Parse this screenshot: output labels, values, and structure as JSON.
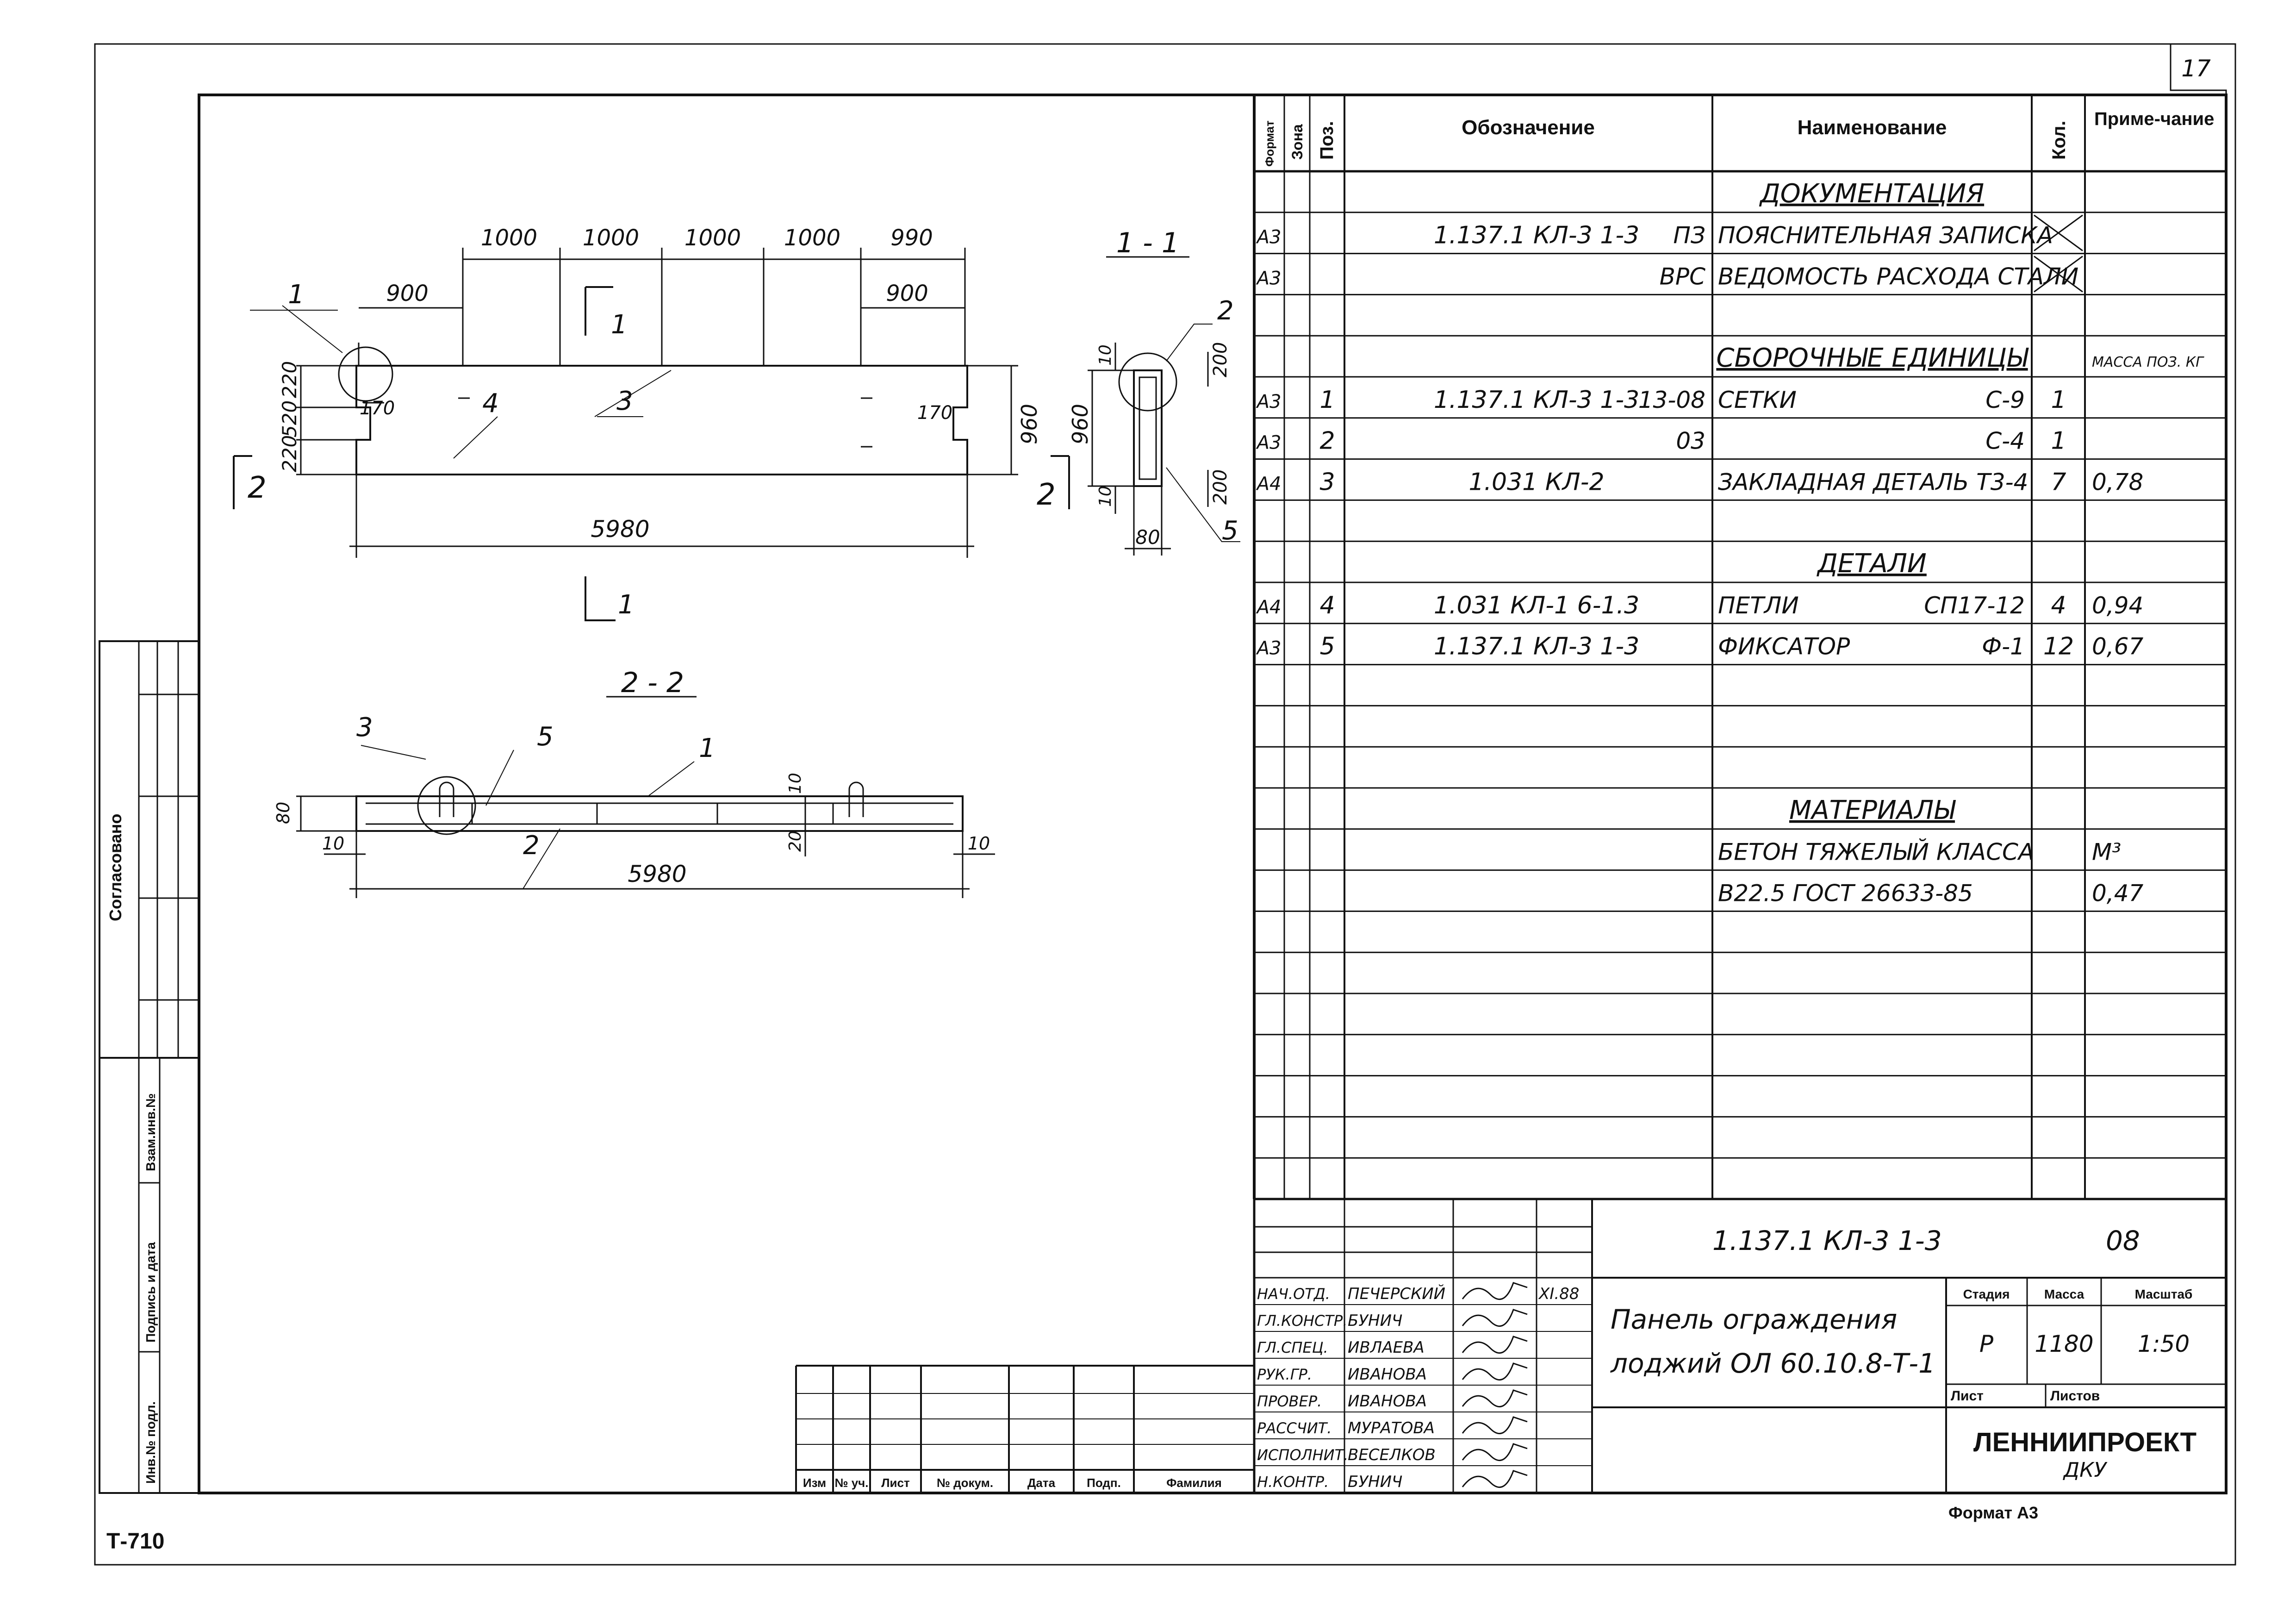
{
  "sheet": {
    "number": "17",
    "archive_code": "Т-710",
    "format_label": "Формат А3"
  },
  "spec_table": {
    "headers": {
      "format": "Формат",
      "zone": "Зона",
      "pos": "Поз.",
      "designation": "Обозначение",
      "name": "Наименование",
      "qty": "Кол.",
      "note": "Приме-чание"
    },
    "rows": [
      {
        "format": "",
        "pos": "",
        "designation": "",
        "name": "Документация",
        "qty": "",
        "note": "",
        "kind": "section"
      },
      {
        "format": "А3",
        "pos": "",
        "designation": "1.137.1 КЛ-3 1-3",
        "designation_suffix": "ПЗ",
        "name": "Пояснительная записка",
        "qty": "",
        "note": "",
        "crossed": true
      },
      {
        "format": "А3",
        "pos": "",
        "designation": "",
        "designation_suffix": "ВРС",
        "name": "Ведомость расхода стали",
        "qty": "",
        "note": "",
        "crossed": true
      },
      {
        "format": "",
        "pos": "",
        "designation": "",
        "name": "",
        "qty": "",
        "note": ""
      },
      {
        "format": "",
        "pos": "",
        "designation": "",
        "name": "Сборочные единицы",
        "qty": "",
        "note": "масса поз. кг",
        "kind": "section"
      },
      {
        "format": "А3",
        "pos": "1",
        "designation": "1.137.1 КЛ-3 1-3",
        "designation_suffix": "13-08",
        "name": "Сетки",
        "name_suffix": "С-9",
        "qty": "1",
        "note": ""
      },
      {
        "format": "А3",
        "pos": "2",
        "designation": "",
        "designation_suffix": "03",
        "name": "",
        "name_suffix": "С-4",
        "qty": "1",
        "note": ""
      },
      {
        "format": "А4",
        "pos": "3",
        "designation": "1.031 КЛ-2",
        "name": "Закладная деталь Т3-4",
        "qty": "7",
        "note": "0,78"
      },
      {
        "format": "",
        "pos": "",
        "designation": "",
        "name": "",
        "qty": "",
        "note": ""
      },
      {
        "format": "",
        "pos": "",
        "designation": "",
        "name": "Детали",
        "qty": "",
        "note": "",
        "kind": "section"
      },
      {
        "format": "А4",
        "pos": "4",
        "designation": "1.031 КЛ-1 6-1.3",
        "name": "Петли",
        "name_suffix": "СП17-12",
        "qty": "4",
        "note": "0,94"
      },
      {
        "format": "А3",
        "pos": "5",
        "designation": "1.137.1 КЛ-3 1-3",
        "name": "Фиксатор",
        "name_suffix": "Ф-1",
        "qty": "12",
        "note": "0,67"
      },
      {
        "format": "",
        "pos": "",
        "designation": "",
        "name": "",
        "qty": "",
        "note": ""
      },
      {
        "format": "",
        "pos": "",
        "designation": "",
        "name": "",
        "qty": "",
        "note": ""
      },
      {
        "format": "",
        "pos": "",
        "designation": "",
        "name": "",
        "qty": "",
        "note": ""
      },
      {
        "format": "",
        "pos": "",
        "designation": "",
        "name": "Материалы",
        "qty": "",
        "note": "",
        "kind": "section"
      },
      {
        "format": "",
        "pos": "",
        "designation": "",
        "name": "Бетон тяжелый класса",
        "qty": "",
        "note": "м³"
      },
      {
        "format": "",
        "pos": "",
        "designation": "",
        "name": "В22.5 ГОСТ 26633-85",
        "qty": "",
        "note": "0,47"
      },
      {
        "format": "",
        "pos": "",
        "designation": "",
        "name": "",
        "qty": "",
        "note": ""
      },
      {
        "format": "",
        "pos": "",
        "designation": "",
        "name": "",
        "qty": "",
        "note": ""
      },
      {
        "format": "",
        "pos": "",
        "designation": "",
        "name": "",
        "qty": "",
        "note": ""
      },
      {
        "format": "",
        "pos": "",
        "designation": "",
        "name": "",
        "qty": "",
        "note": ""
      },
      {
        "format": "",
        "pos": "",
        "designation": "",
        "name": "",
        "qty": "",
        "note": ""
      },
      {
        "format": "",
        "pos": "",
        "designation": "",
        "name": "",
        "qty": "",
        "note": ""
      },
      {
        "format": "",
        "pos": "",
        "designation": "",
        "name": "",
        "qty": "",
        "note": ""
      }
    ]
  },
  "title_block": {
    "doc_code": "1.137.1 КЛ-3 1-3",
    "doc_sheet": "08",
    "title_line1": "Панель ограждения",
    "title_line2": "лоджий ОЛ 60.10.8-Т-1",
    "stage_label": "Стадия",
    "mass_label": "Масса",
    "scale_label": "Масштаб",
    "stage": "Р",
    "mass": "1180",
    "scale": "1:50",
    "sheet_label": "Лист",
    "sheets_label": "Листов",
    "org": "ЛЕННИИПРОЕКТ",
    "dept": "ДКУ",
    "signatures": [
      {
        "role": "Нач.отд.",
        "name": "Печерский",
        "date": "XI.88"
      },
      {
        "role": "Гл.констр.",
        "name": "Бунич",
        "date": ""
      },
      {
        "role": "Гл.спец.",
        "name": "Ивлаева",
        "date": ""
      },
      {
        "role": "Рук.гр.",
        "name": "Иванова",
        "date": ""
      },
      {
        "role": "Провер.",
        "name": "Иванова",
        "date": ""
      },
      {
        "role": "Рассчит.",
        "name": "Муратова",
        "date": ""
      },
      {
        "role": "Исполнит.",
        "name": "Веселков",
        "date": ""
      },
      {
        "role": "Н.контр.",
        "name": "Бунич",
        "date": ""
      }
    ],
    "change_headers": [
      "Изм",
      "№ уч.",
      "Лист",
      "№ докум.",
      "Дата",
      "Подп.",
      "Фамилия"
    ]
  },
  "side_stamp": {
    "agreed": "Согласовано",
    "inv_no": "Инв.№ подл.",
    "sign_date": "Подпись и дата",
    "swap_inv": "Взам.инв.№"
  },
  "drawing": {
    "elevation": {
      "top_dims": [
        "1000",
        "1000",
        "1000",
        "1000",
        "990"
      ],
      "dim_900_left": "900",
      "dim_900_right": "900",
      "left_dims": [
        "220",
        "520",
        "220"
      ],
      "dim_170_left": "170",
      "dim_170_right": "170",
      "height_right": "960",
      "length": "5980",
      "callouts": [
        "1",
        "4",
        "3"
      ],
      "section_marks": [
        "1",
        "2",
        "2",
        "1"
      ]
    },
    "section_1_1": {
      "title": "1 - 1",
      "dims": [
        "200",
        "10",
        "960",
        "10",
        "200",
        "80"
      ],
      "callouts": [
        "2",
        "5"
      ]
    },
    "section_2_2": {
      "title": "2 - 2",
      "dims": [
        "80",
        "10",
        "10",
        "20",
        "10",
        "5980"
      ],
      "callouts": [
        "3",
        "5",
        "1",
        "2"
      ]
    }
  }
}
